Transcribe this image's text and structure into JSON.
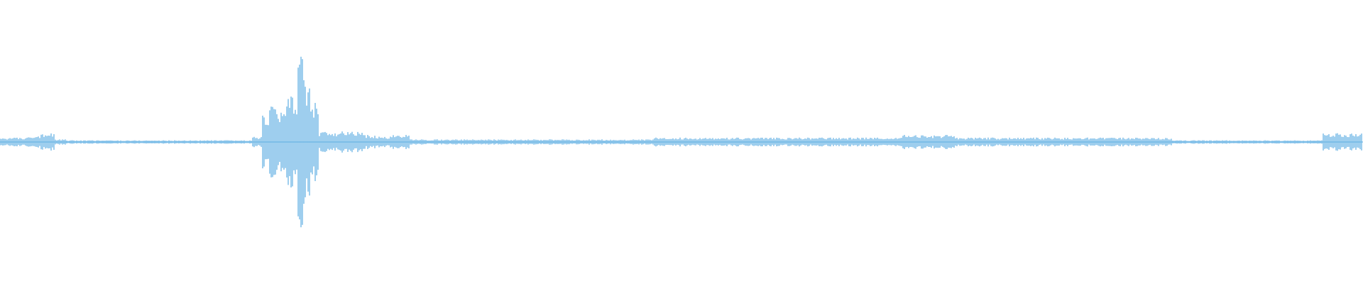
{
  "waveform": {
    "color": "#5dade2",
    "background": "#ffffff",
    "center_line_visible": true,
    "shape": "audio-waveform-mirrored",
    "segments": [
      {
        "from": 0.0,
        "to": 0.02,
        "peak": 0.05
      },
      {
        "from": 0.02,
        "to": 0.03,
        "peak": 0.08
      },
      {
        "from": 0.03,
        "to": 0.04,
        "peak": 0.1
      },
      {
        "from": 0.04,
        "to": 0.048,
        "peak": 0.03
      },
      {
        "from": 0.048,
        "to": 0.185,
        "peak": 0.02
      },
      {
        "from": 0.185,
        "to": 0.192,
        "peak": 0.06
      },
      {
        "from": 0.192,
        "to": 0.197,
        "peak": 0.3
      },
      {
        "from": 0.197,
        "to": 0.203,
        "peak": 0.45
      },
      {
        "from": 0.203,
        "to": 0.21,
        "peak": 0.35
      },
      {
        "from": 0.21,
        "to": 0.218,
        "peak": 0.55
      },
      {
        "from": 0.218,
        "to": 0.222,
        "peak": 1.0
      },
      {
        "from": 0.222,
        "to": 0.228,
        "peak": 0.7
      },
      {
        "from": 0.228,
        "to": 0.234,
        "peak": 0.45
      },
      {
        "from": 0.234,
        "to": 0.24,
        "peak": 0.12
      },
      {
        "from": 0.24,
        "to": 0.248,
        "peak": 0.1
      },
      {
        "from": 0.248,
        "to": 0.256,
        "peak": 0.12
      },
      {
        "from": 0.256,
        "to": 0.266,
        "peak": 0.12
      },
      {
        "from": 0.266,
        "to": 0.276,
        "peak": 0.08
      },
      {
        "from": 0.276,
        "to": 0.286,
        "peak": 0.06
      },
      {
        "from": 0.286,
        "to": 0.3,
        "peak": 0.08
      },
      {
        "from": 0.3,
        "to": 0.48,
        "peak": 0.03
      },
      {
        "from": 0.48,
        "to": 0.66,
        "peak": 0.05
      },
      {
        "from": 0.66,
        "to": 0.7,
        "peak": 0.08
      },
      {
        "from": 0.7,
        "to": 0.86,
        "peak": 0.05
      },
      {
        "from": 0.86,
        "to": 0.97,
        "peak": 0.02
      },
      {
        "from": 0.97,
        "to": 1.0,
        "peak": 0.1
      }
    ]
  }
}
